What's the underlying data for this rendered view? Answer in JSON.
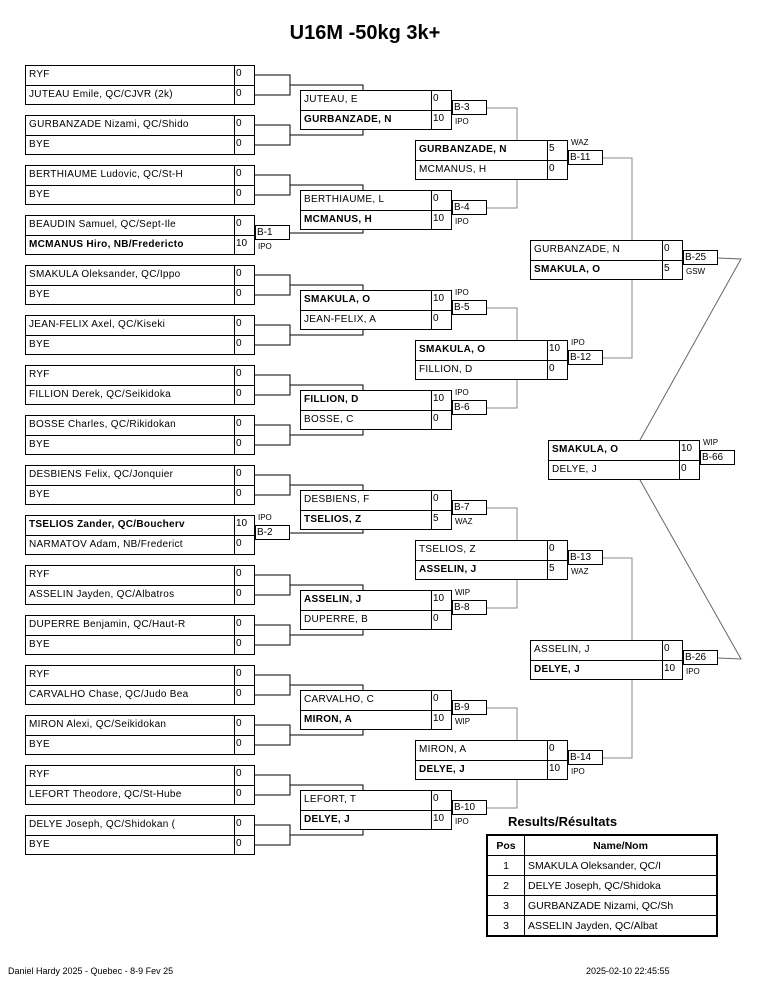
{
  "title": "U16M -50kg 3k+",
  "round1": [
    {
      "players": [
        {
          "name": "RYF",
          "score": "0"
        },
        {
          "name": "JUTEAU Emile, QC/CJVR (2k)",
          "score": "0"
        }
      ]
    },
    {
      "players": [
        {
          "name": "GURBANZADE Nizami, QC/Shido",
          "score": "0"
        },
        {
          "name": "BYE",
          "score": "0"
        }
      ]
    },
    {
      "players": [
        {
          "name": "BERTHIAUME Ludovic, QC/St-H",
          "score": "0"
        },
        {
          "name": "BYE",
          "score": "0"
        }
      ]
    },
    {
      "players": [
        {
          "name": "BEAUDIN Samuel, QC/Sept-Ile",
          "score": "0"
        },
        {
          "name": "MCMANUS Hiro, NB/Fredericto",
          "score": "10",
          "winner": true
        }
      ],
      "match": "B-1",
      "win_type": "IPO",
      "winner": 1
    },
    {
      "players": [
        {
          "name": "SMAKULA Oleksander, QC/Ippo",
          "score": "0"
        },
        {
          "name": "BYE",
          "score": "0"
        }
      ]
    },
    {
      "players": [
        {
          "name": "JEAN-FELIX Axel, QC/Kiseki",
          "score": "0"
        },
        {
          "name": "BYE",
          "score": "0"
        }
      ]
    },
    {
      "players": [
        {
          "name": "RYF",
          "score": "0"
        },
        {
          "name": "FILLION Derek, QC/Seikidoka",
          "score": "0"
        }
      ]
    },
    {
      "players": [
        {
          "name": "BOSSE Charles, QC/Rikidokan",
          "score": "0"
        },
        {
          "name": "BYE",
          "score": "0"
        }
      ]
    },
    {
      "players": [
        {
          "name": "DESBIENS Felix, QC/Jonquier",
          "score": "0"
        },
        {
          "name": "BYE",
          "score": "0"
        }
      ]
    },
    {
      "players": [
        {
          "name": "TSELIOS Zander, QC/Boucherv",
          "score": "10",
          "winner": true
        },
        {
          "name": "NARMATOV Adam, NB/Frederict",
          "score": "0"
        }
      ],
      "match": "B-2",
      "win_type": "IPO",
      "winner": 0
    },
    {
      "players": [
        {
          "name": "RYF",
          "score": "0"
        },
        {
          "name": "ASSELIN Jayden, QC/Albatros",
          "score": "0"
        }
      ]
    },
    {
      "players": [
        {
          "name": "DUPERRE Benjamin, QC/Haut-R",
          "score": "0"
        },
        {
          "name": "BYE",
          "score": "0"
        }
      ]
    },
    {
      "players": [
        {
          "name": "RYF",
          "score": "0"
        },
        {
          "name": "CARVALHO Chase, QC/Judo Bea",
          "score": "0"
        }
      ]
    },
    {
      "players": [
        {
          "name": "MIRON Alexi, QC/Seikidokan",
          "score": "0"
        },
        {
          "name": "BYE",
          "score": "0"
        }
      ]
    },
    {
      "players": [
        {
          "name": "RYF",
          "score": "0"
        },
        {
          "name": "LEFORT Theodore, QC/St-Hube",
          "score": "0"
        }
      ]
    },
    {
      "players": [
        {
          "name": "DELYE Joseph, QC/Shidokan (",
          "score": "0"
        },
        {
          "name": "BYE",
          "score": "0"
        }
      ]
    }
  ],
  "round2": [
    {
      "players": [
        {
          "name": "JUTEAU, E",
          "score": "0"
        },
        {
          "name": "GURBANZADE, N",
          "score": "10",
          "winner": true
        }
      ],
      "match": "B-3",
      "win_type": "IPO",
      "winner": 1
    },
    {
      "players": [
        {
          "name": "BERTHIAUME, L",
          "score": "0"
        },
        {
          "name": "MCMANUS, H",
          "score": "10",
          "winner": true
        }
      ],
      "match": "B-4",
      "win_type": "IPO",
      "winner": 1
    },
    {
      "players": [
        {
          "name": "SMAKULA, O",
          "score": "10",
          "winner": true
        },
        {
          "name": "JEAN-FELIX, A",
          "score": "0"
        }
      ],
      "match": "B-5",
      "win_type": "IPO",
      "winner": 0
    },
    {
      "players": [
        {
          "name": "FILLION, D",
          "score": "10",
          "winner": true
        },
        {
          "name": "BOSSE, C",
          "score": "0"
        }
      ],
      "match": "B-6",
      "win_type": "IPO",
      "winner": 0
    },
    {
      "players": [
        {
          "name": "DESBIENS, F",
          "score": "0"
        },
        {
          "name": "TSELIOS, Z",
          "score": "5",
          "winner": true
        }
      ],
      "match": "B-7",
      "win_type": "WAZ",
      "winner": 1
    },
    {
      "players": [
        {
          "name": "ASSELIN, J",
          "score": "10",
          "winner": true
        },
        {
          "name": "DUPERRE, B",
          "score": "0"
        }
      ],
      "match": "B-8",
      "win_type": "WIP",
      "winner": 0
    },
    {
      "players": [
        {
          "name": "CARVALHO, C",
          "score": "0"
        },
        {
          "name": "MIRON, A",
          "score": "10",
          "winner": true
        }
      ],
      "match": "B-9",
      "win_type": "WIP",
      "winner": 1
    },
    {
      "players": [
        {
          "name": "LEFORT, T",
          "score": "0"
        },
        {
          "name": "DELYE, J",
          "score": "10",
          "winner": true
        }
      ],
      "match": "B-10",
      "win_type": "IPO",
      "winner": 1
    }
  ],
  "round3": [
    {
      "players": [
        {
          "name": "GURBANZADE, N",
          "score": "5",
          "winner": true
        },
        {
          "name": "MCMANUS, H",
          "score": "0"
        }
      ],
      "match": "B-11",
      "win_type": "WAZ",
      "winner": 0
    },
    {
      "players": [
        {
          "name": "SMAKULA, O",
          "score": "10",
          "winner": true
        },
        {
          "name": "FILLION, D",
          "score": "0"
        }
      ],
      "match": "B-12",
      "win_type": "IPO",
      "winner": 0
    },
    {
      "players": [
        {
          "name": "TSELIOS, Z",
          "score": "0"
        },
        {
          "name": "ASSELIN, J",
          "score": "5",
          "winner": true
        }
      ],
      "match": "B-13",
      "win_type": "WAZ",
      "winner": 1
    },
    {
      "players": [
        {
          "name": "MIRON, A",
          "score": "0"
        },
        {
          "name": "DELYE, J",
          "score": "10",
          "winner": true
        }
      ],
      "match": "B-14",
      "win_type": "IPO",
      "winner": 1
    }
  ],
  "round4": [
    {
      "players": [
        {
          "name": "GURBANZADE, N",
          "score": "0"
        },
        {
          "name": "SMAKULA, O",
          "score": "5",
          "winner": true
        }
      ],
      "match": "B-25",
      "win_type": "GSW",
      "winner": 1
    },
    {
      "players": [
        {
          "name": "ASSELIN, J",
          "score": "0"
        },
        {
          "name": "DELYE, J",
          "score": "10",
          "winner": true
        }
      ],
      "match": "B-26",
      "win_type": "IPO",
      "winner": 1
    }
  ],
  "final": [
    {
      "players": [
        {
          "name": "SMAKULA, O",
          "score": "10",
          "winner": true
        },
        {
          "name": "DELYE, J",
          "score": "0"
        }
      ],
      "match": "B-66",
      "win_type": "WIP",
      "winner": 0
    }
  ],
  "results": {
    "title": "Results/Résultats",
    "headers": [
      "Pos",
      "Name/Nom"
    ],
    "rows": [
      {
        "pos": "1",
        "name": "SMAKULA Oleksander, QC/I"
      },
      {
        "pos": "2",
        "name": "DELYE Joseph, QC/Shidoka"
      },
      {
        "pos": "3",
        "name": "GURBANZADE Nizami, QC/Sh"
      },
      {
        "pos": "3",
        "name": "ASSELIN Jayden, QC/Albat"
      }
    ]
  },
  "footer": {
    "left": "Daniel Hardy 2025 - Quebec - 8-9 Fev 25",
    "right": "2025-02-10 22:45:55"
  }
}
